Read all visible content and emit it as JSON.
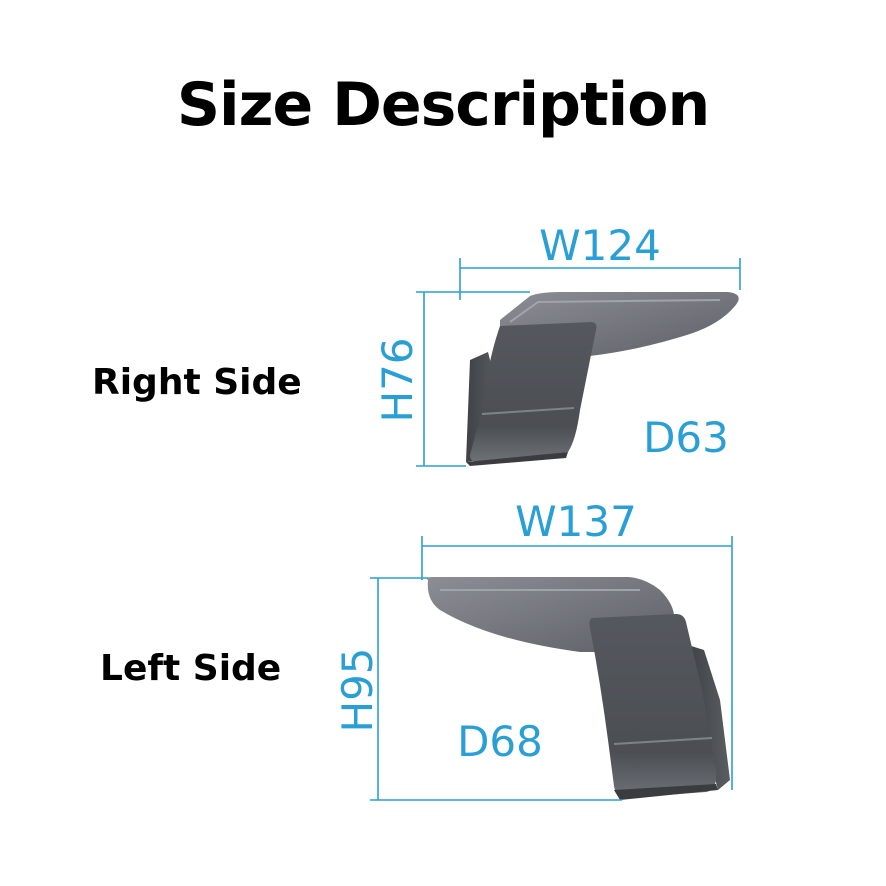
{
  "title": "Size Description",
  "right_side": {
    "label": "Right Side",
    "width": "W124",
    "height": "H76",
    "depth": "D63"
  },
  "left_side": {
    "label": "Left Side",
    "width": "W137",
    "height": "H95",
    "depth": "D68"
  },
  "colors": {
    "dimension": "#2a9fd6",
    "body_dark": "#4a4d52",
    "body_mid": "#676a70",
    "body_light": "#8a8d93"
  }
}
